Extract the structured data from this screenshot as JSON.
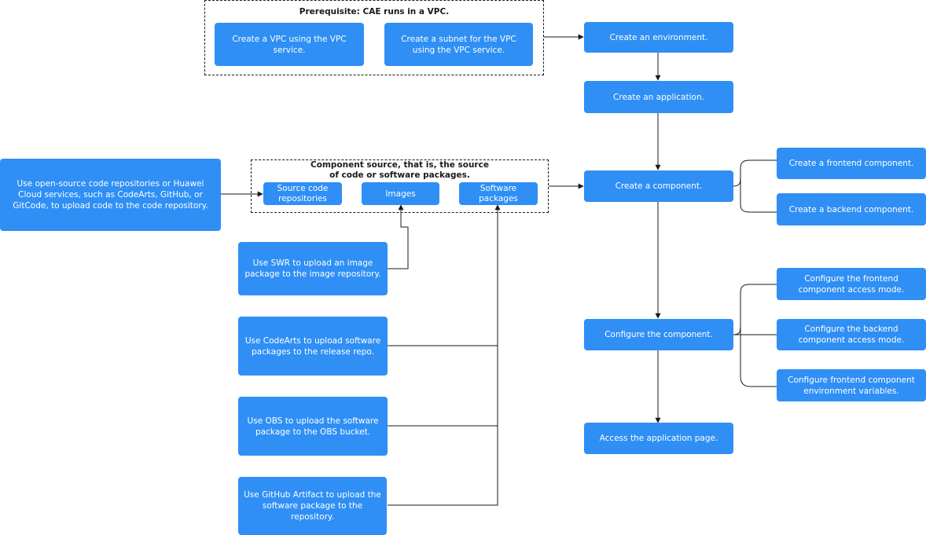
{
  "groups": {
    "prerequisite": "Prerequisite: CAE runs in a VPC.",
    "component_source": "Component source, that is, the source of code or software packages."
  },
  "nodes": {
    "create_vpc": "Create a VPC using the VPC service.",
    "create_subnet": "Create a subnet for the VPC using the VPC service.",
    "create_environment": "Create an environment.",
    "create_application": "Create an application.",
    "create_component": "Create a component.",
    "create_frontend": "Create a frontend component.",
    "create_backend": "Create a backend component.",
    "configure_component": "Configure the component.",
    "configure_frontend_access": "Configure the frontend component access mode.",
    "configure_backend_access": "Configure the backend component access mode.",
    "configure_frontend_env": "Configure frontend component environment variables.",
    "access_page": "Access the application page.",
    "open_source_upload": "Use open-source code repositories or Huawei Cloud services, such as CodeArts, GitHub, or GitCode, to upload code to the code repository.",
    "source_code_repos": "Source code repositories",
    "images": "Images",
    "software_packages": "Software packages",
    "swr_upload": "Use SWR to upload an image package to the image repository.",
    "codearts_upload": "Use CodeArts to upload software packages to the release repo.",
    "obs_upload": "Use OBS to upload the software package to the OBS bucket.",
    "github_artifact_upload": "Use GitHub Artifact to upload the software package to the repository."
  },
  "colors": {
    "node_fill": "#2f8ff5",
    "node_text": "#ffffff",
    "line": "#1a1a1a"
  }
}
